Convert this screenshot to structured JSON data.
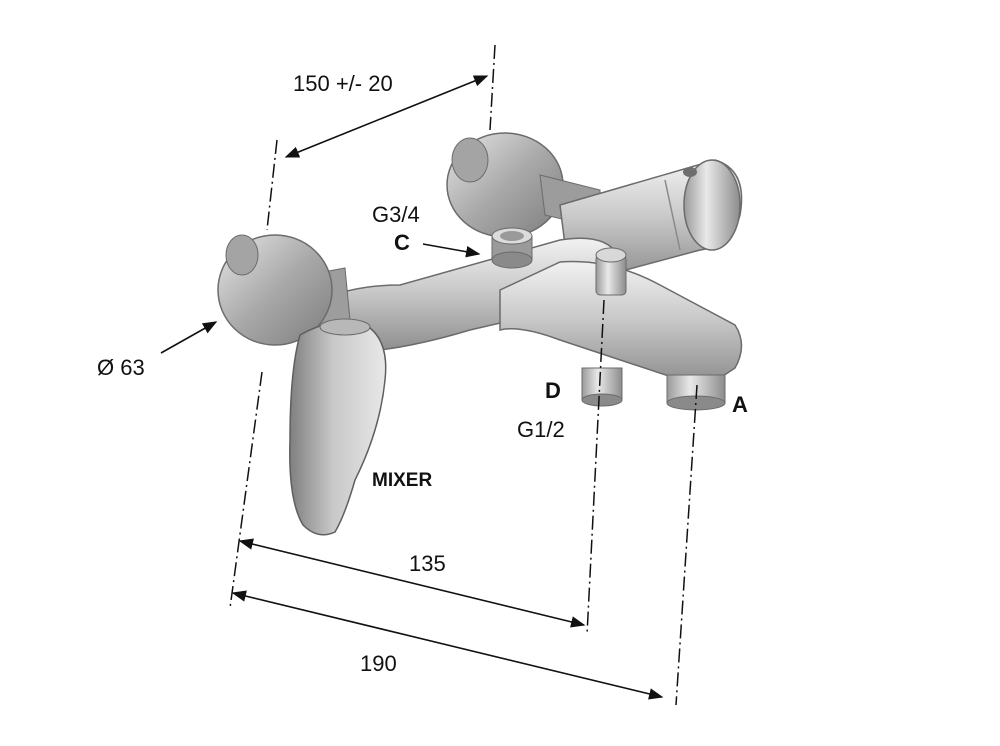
{
  "dimensions": {
    "spacing": "150 +/- 20",
    "diameter": "Ø 63",
    "to_d": "135",
    "to_a": "190"
  },
  "connections": {
    "c_label": "C",
    "c_thread": "G3/4",
    "d_label": "D",
    "d_thread": "G1/2",
    "a_label": "A"
  },
  "handle_label": "MIXER",
  "colors": {
    "line": "#111111",
    "metal_dark": "#8f8f8f",
    "metal_mid": "#c4c4c4",
    "metal_light": "#eeeeee"
  }
}
